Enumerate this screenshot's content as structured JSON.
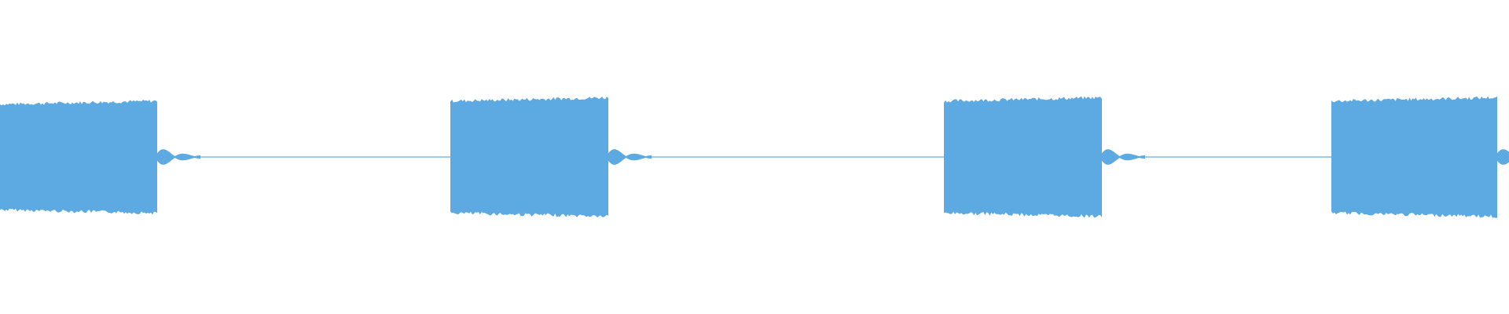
{
  "waveform": {
    "color": "#5DA9E1",
    "bursts": [
      {
        "start_s": 0.0,
        "end_s": 0.2,
        "amplitude": 0.66,
        "edge_peak": 0.96
      },
      {
        "start_s": 0.573,
        "end_s": 0.774,
        "amplitude": 0.7,
        "edge_peak": 0.86
      },
      {
        "start_s": 1.201,
        "end_s": 1.402,
        "amplitude": 0.7,
        "edge_peak": 0.88
      },
      {
        "start_s": 1.694,
        "end_s": 1.905,
        "amplitude": 0.7,
        "edge_peak": 0.84
      }
    ],
    "timeline_end_s": 1.92,
    "trailing_ripple_amplitude": 0.12,
    "baseline_amplitude": 0.008
  }
}
